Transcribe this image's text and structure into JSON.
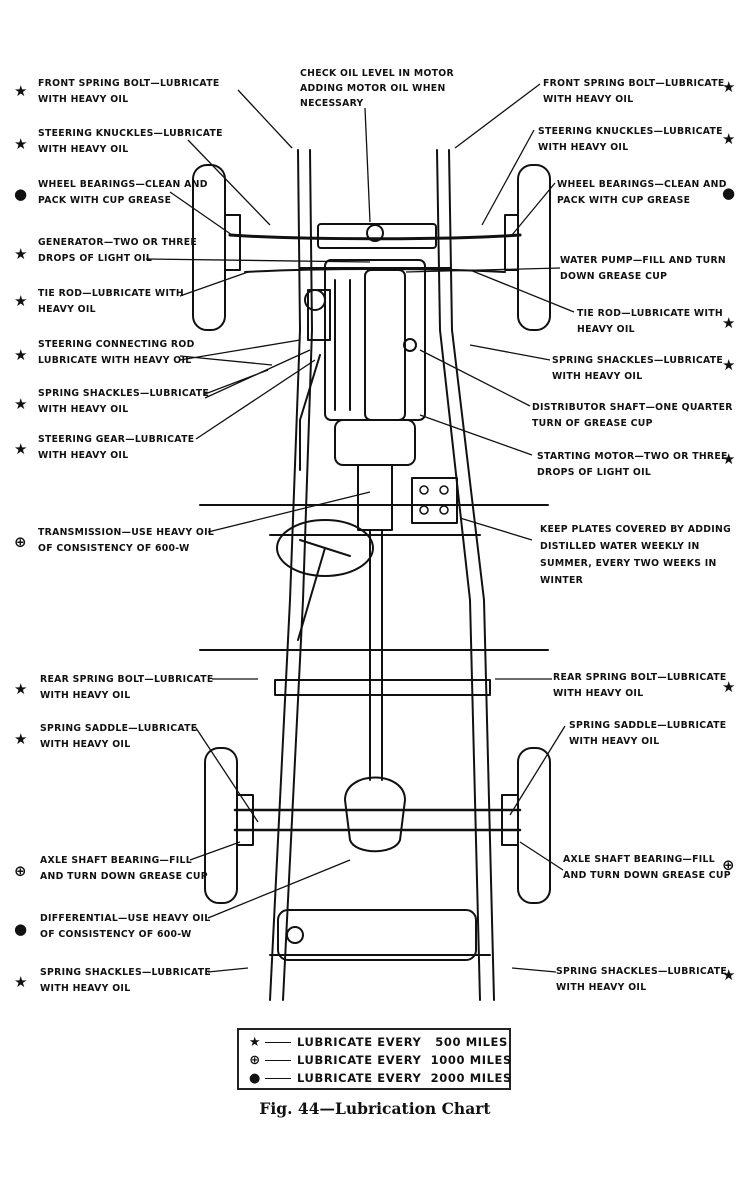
{
  "callouts": {
    "front_spring_bolt_left": {
      "symbol": "★",
      "lines": [
        "FRONT SPRING BOLT—LUBRICATE",
        "WITH HEAVY OIL"
      ]
    },
    "steering_knuckles_left": {
      "symbol": "★",
      "lines": [
        "STEERING KNUCKLES—LUBRICATE",
        "WITH HEAVY OIL"
      ]
    },
    "wheel_bearings_left": {
      "symbol": "●",
      "lines": [
        "WHEEL BEARINGS—CLEAN AND",
        "PACK WITH CUP GREASE"
      ]
    },
    "generator": {
      "symbol": "★",
      "lines": [
        "GENERATOR—TWO OR THREE",
        "DROPS OF LIGHT OIL"
      ]
    },
    "tie_rod_left": {
      "symbol": "★",
      "lines": [
        "TIE ROD—LUBRICATE WITH",
        "HEAVY OIL"
      ]
    },
    "steering_connecting_rod": {
      "symbol": "★",
      "lines": [
        "STEERING CONNECTING ROD",
        "LUBRICATE WITH HEAVY OIL"
      ]
    },
    "spring_shackles_left": {
      "symbol": "★",
      "lines": [
        "SPRING SHACKLES—LUBRICATE",
        "WITH HEAVY OIL"
      ]
    },
    "steering_gear": {
      "symbol": "★",
      "lines": [
        "STEERING GEAR—LUBRICATE",
        "WITH HEAVY OIL"
      ]
    },
    "transmission": {
      "symbol": "⊕",
      "lines": [
        "TRANSMISSION—USE HEAVY OIL",
        "OF CONSISTENCY OF 600-W"
      ]
    },
    "rear_spring_bolt_left": {
      "symbol": "★",
      "lines": [
        "REAR SPRING BOLT—LUBRICATE",
        "WITH HEAVY OIL"
      ]
    },
    "spring_saddle_left": {
      "symbol": "★",
      "lines": [
        "SPRING SADDLE—LUBRICATE",
        "WITH HEAVY OIL"
      ]
    },
    "axle_shaft_bearing_left": {
      "symbol": "⊕",
      "lines": [
        "AXLE SHAFT BEARING—FILL",
        "AND TURN DOWN GREASE CUP"
      ]
    },
    "differential": {
      "symbol": "●",
      "lines": [
        "DIFFERENTIAL—USE HEAVY OIL",
        "OF CONSISTENCY OF 600-W"
      ]
    },
    "spring_shackles_rear_left": {
      "symbol": "★",
      "lines": [
        "SPRING SHACKLES—LUBRICATE",
        "WITH HEAVY OIL"
      ]
    },
    "check_oil_level": {
      "symbol": "",
      "lines": [
        "CHECK OIL LEVEL IN MOTOR",
        "ADDING MOTOR OIL WHEN",
        "NECESSARY"
      ]
    },
    "front_spring_bolt_right": {
      "symbol": "★",
      "lines": [
        "FRONT SPRING BOLT—LUBRICATE",
        "WITH HEAVY OIL"
      ]
    },
    "steering_knuckles_right": {
      "symbol": "★",
      "lines": [
        "STEERING KNUCKLES—LUBRICATE",
        "WITH HEAVY OIL"
      ]
    },
    "wheel_bearings_right": {
      "symbol": "●",
      "lines": [
        "WHEEL BEARINGS—CLEAN AND",
        "PACK WITH CUP GREASE"
      ]
    },
    "water_pump": {
      "symbol": "",
      "lines": [
        "WATER PUMP—FILL AND TURN",
        "DOWN GREASE CUP"
      ]
    },
    "tie_rod_right": {
      "symbol": "★",
      "lines": [
        "TIE ROD—LUBRICATE WITH",
        "HEAVY OIL"
      ]
    },
    "spring_shackles_right": {
      "symbol": "★",
      "lines": [
        "SPRING SHACKLES—LUBRICATE",
        "WITH HEAVY OIL"
      ]
    },
    "distributor_shaft": {
      "symbol": "",
      "lines": [
        "DISTRIBUTOR SHAFT—ONE QUARTER",
        "TURN OF GREASE CUP"
      ]
    },
    "starting_motor": {
      "symbol": "★",
      "lines": [
        "STARTING MOTOR—TWO OR THREE",
        "DROPS OF LIGHT OIL"
      ]
    },
    "battery_plates": {
      "symbol": "",
      "lines": [
        "KEEP PLATES COVERED BY ADDING",
        "DISTILLED WATER WEEKLY IN",
        "SUMMER,   EVERY TWO WEEKS IN",
        "WINTER"
      ]
    },
    "rear_spring_bolt_right": {
      "symbol": "★",
      "lines": [
        "REAR SPRING BOLT—LUBRICATE",
        "WITH HEAVY OIL"
      ]
    },
    "spring_saddle_right": {
      "symbol": "",
      "lines": [
        "SPRING SADDLE—LUBRICATE",
        "WITH HEAVY OIL"
      ]
    },
    "axle_shaft_bearing_right": {
      "symbol": "⊕",
      "lines": [
        "AXLE SHAFT BEARING—FILL",
        "AND TURN DOWN GREASE CUP"
      ]
    },
    "spring_shackles_rear_right": {
      "symbol": "★",
      "lines": [
        "SPRING SHACKLES—LUBRICATE",
        "WITH HEAVY OIL"
      ]
    }
  },
  "legend": [
    {
      "symbol": "★",
      "text": "LUBRICATE EVERY   500 MILES"
    },
    {
      "symbol": "⊕",
      "text": "LUBRICATE EVERY  1000 MILES"
    },
    {
      "symbol": "●",
      "text": "LUBRICATE EVERY  2000 MILES"
    }
  ],
  "caption": "Fig. 44—Lubrication Chart"
}
